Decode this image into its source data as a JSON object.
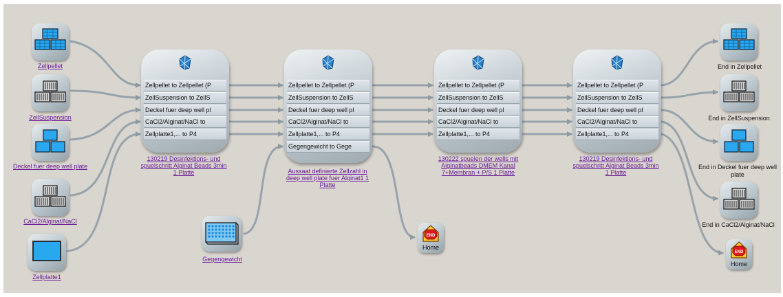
{
  "inputs": {
    "zellpellet": "Zellpellet",
    "zellsuspension": "ZellSuspension",
    "deckel": "Deckel fuer deep well plate",
    "cacl2": "CaCl2/Alginat/NaCl",
    "zellplatte": "Zellplatte1",
    "gegengewicht": "Gegengewicht"
  },
  "nodes": [
    {
      "title": "130219  Desinfektions- und spuelschritt  Alginat Beads  3min  1 Platte",
      "ports": [
        "Zellpellet to Zellpellet (P",
        "ZellSuspension to ZellS",
        "Deckel fuer deep well pl",
        "CaCl2/Alginat/NaCl to",
        "Zellplatte1,... to P4"
      ]
    },
    {
      "title": "Aussaat definierte Zellzahl in deep well plate fuer Alginat1  1 Platte",
      "ports": [
        "Zellpellet to Zellpellet (P",
        "ZellSuspension to ZellS",
        "Deckel fuer deep well pl",
        "CaCl2/Alginat/NaCl to",
        "Zellplatte1,... to P4",
        "Gegengewicht to Gege"
      ]
    },
    {
      "title": "130222  spuelen der wells mit Alginatbeads  DMEM Kanal 7+Membran + P/S  1 Platte",
      "ports": [
        "Zellpellet to Zellpellet (P",
        "ZellSuspension to ZellS",
        "Deckel fuer deep well pl",
        "CaCl2/Alginat/NaCl to",
        "Zellplatte1,... to P4"
      ]
    },
    {
      "title": "130219  Desinfektions- und spuelschritt  Alginat Beads  3min  1 Platte",
      "ports": [
        "Zellpellet to Zellpellet (P",
        "ZellSuspension to ZellS",
        "Deckel fuer deep well pl",
        "CaCl2/Alginat/NaCl to",
        "Zellplatte1,... to P4"
      ]
    }
  ],
  "outputs": {
    "end_zellpellet": "End in Zellpellet",
    "end_zellsuspension": "End in ZellSuspension",
    "end_deckel": "End in Deckel fuer deep well plate",
    "end_cacl2": "End in CaCl2/Alginat/NaCl",
    "home_right": "Home",
    "home_mid": "Home"
  },
  "icons": {
    "blue_stack": "stacked-blue-plates-icon",
    "gray_stack": "stacked-gray-racks-icon",
    "blue_pyramid": "blue-block-pyramid-icon",
    "blue_plate": "blue-plate-icon",
    "well_plate": "well-plate-icon",
    "process": "blue-crystal-process-icon",
    "end": "end-house-icon"
  },
  "colors": {
    "background": "#d9d5cf",
    "wire": "#8e9aa2",
    "link_text": "#6a1a9a",
    "icon_blue": "#29a8f0"
  }
}
